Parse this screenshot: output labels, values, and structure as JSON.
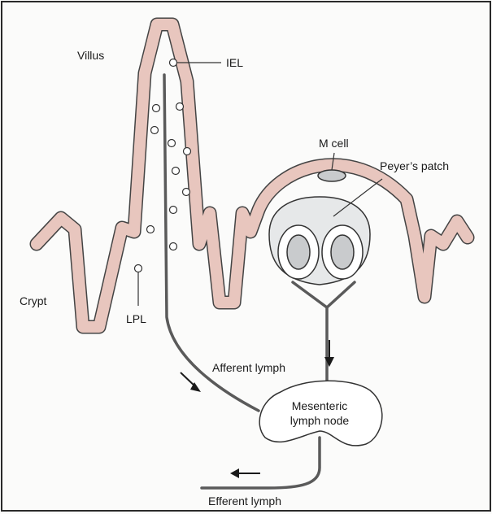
{
  "diagram": {
    "labels": {
      "villus": "Villus",
      "iel": "IEL",
      "m_cell": "M cell",
      "peyers_patch": "Peyer’s patch",
      "crypt": "Crypt",
      "lpl": "LPL",
      "afferent_lymph": "Afferent lymph",
      "mesenteric_line1": "Mesenteric",
      "mesenteric_line2": "lymph node",
      "efferent_lymph": "Efferent lymph"
    },
    "colors": {
      "epithelium_fill": "#e8c6be",
      "epithelium_outline": "#444444",
      "lymph_vessel": "#5a5a5a",
      "patch_fill": "#e6e8e9",
      "m_cell_fill": "#c9cbcd",
      "frame": "#2a2a2a"
    }
  }
}
